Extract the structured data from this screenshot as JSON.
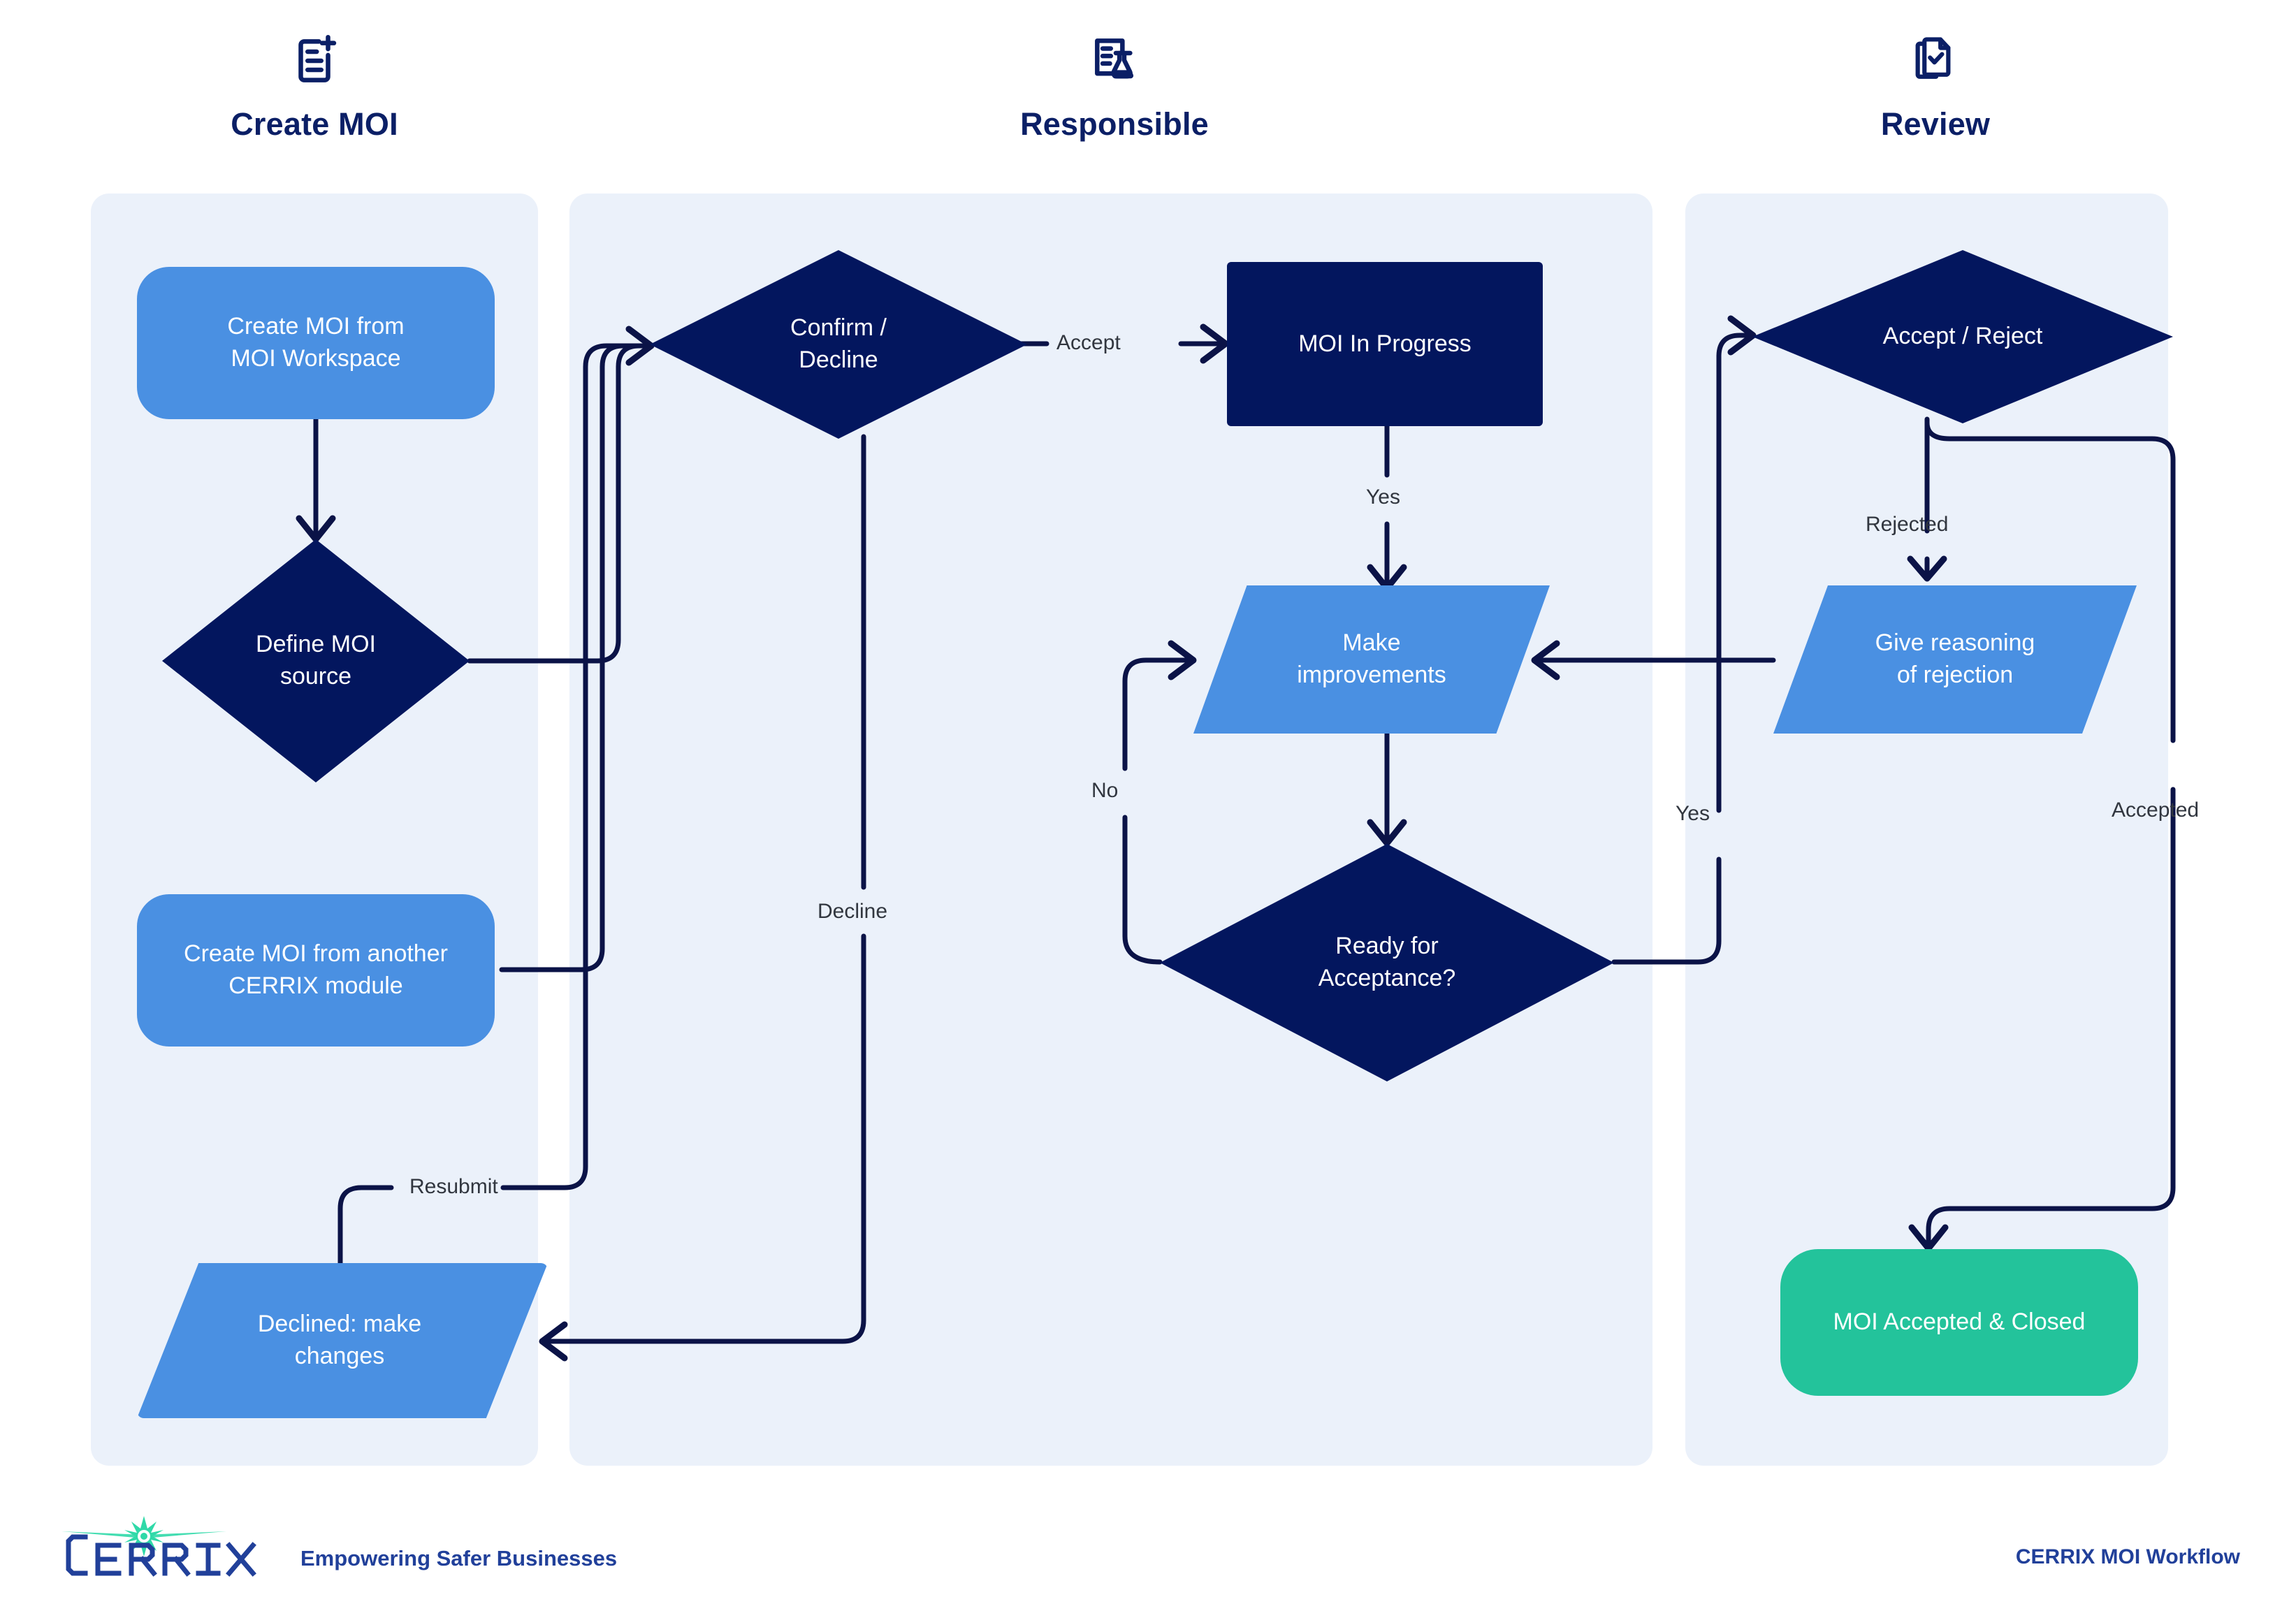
{
  "diagram": {
    "title": "CERRIX MOI Workflow",
    "colors": {
      "navy": "#03165e",
      "blue": "#4a90e2",
      "green": "#23c39b",
      "lane_bg": "#ebf1fa",
      "line": "#0b1347",
      "header_text": "#0b1f66",
      "brand_blue": "#21409a"
    },
    "columns": [
      {
        "id": "create-moi",
        "title": "Create MOI",
        "icon": "document-plus-icon"
      },
      {
        "id": "responsible",
        "title": "Responsible",
        "icon": "document-flask-icon"
      },
      {
        "id": "review",
        "title": "Review",
        "icon": "document-check-icon"
      }
    ],
    "nodes": [
      {
        "id": "create-from-workspace",
        "label": "Create MOI from\nMOI Workspace",
        "line1": "Create MOI from",
        "line2": "MOI Workspace",
        "shape": "rounded-rect",
        "color": "#4a90e2",
        "column": "create-moi"
      },
      {
        "id": "define-moi-source",
        "label": "Define MOI\nsource",
        "line1": "Define MOI",
        "line2": "source",
        "shape": "diamond",
        "color": "#03165e",
        "column": "create-moi"
      },
      {
        "id": "create-from-module",
        "label": "Create MOI from another\nCERRIX module",
        "line1": "Create MOI from another",
        "line2": "CERRIX module",
        "shape": "rounded-rect",
        "color": "#4a90e2",
        "column": "create-moi"
      },
      {
        "id": "declined-make-changes",
        "label": "Declined: make\nchanges",
        "line1": "Declined: make",
        "line2": "changes",
        "shape": "parallelogram",
        "color": "#4a90e2",
        "column": "create-moi"
      },
      {
        "id": "confirm-decline",
        "label": "Confirm /\nDecline",
        "line1": "Confirm /",
        "line2": "Decline",
        "shape": "diamond",
        "color": "#03165e",
        "column": "responsible"
      },
      {
        "id": "moi-in-progress",
        "label": "MOI In Progress",
        "line1": "MOI In Progress",
        "line2": "",
        "shape": "rect",
        "color": "#03165e",
        "column": "responsible"
      },
      {
        "id": "make-improvements",
        "label": "Make\nimprovements",
        "line1": "Make",
        "line2": "improvements",
        "shape": "parallelogram",
        "color": "#4a90e2",
        "column": "responsible"
      },
      {
        "id": "ready-for-acceptance",
        "label": "Ready for\nAcceptance?",
        "line1": "Ready for",
        "line2": "Acceptance?",
        "shape": "diamond",
        "color": "#03165e",
        "column": "responsible"
      },
      {
        "id": "accept-reject",
        "label": "Accept / Reject",
        "line1": "Accept / Reject",
        "line2": "",
        "shape": "diamond",
        "color": "#03165e",
        "column": "review"
      },
      {
        "id": "give-reasoning",
        "label": "Give reasoning\nof rejection",
        "line1": "Give reasoning",
        "line2": "of rejection",
        "shape": "parallelogram",
        "color": "#4a90e2",
        "column": "review"
      },
      {
        "id": "moi-accepted-closed",
        "label": "MOI Accepted & Closed",
        "line1": "MOI Accepted & Closed",
        "line2": "",
        "shape": "rounded-rect",
        "color": "#23c39b",
        "column": "review"
      }
    ],
    "edge_labels": [
      {
        "id": "accept",
        "text": "Accept",
        "from": "confirm-decline",
        "to": "moi-in-progress"
      },
      {
        "id": "decline",
        "text": "Decline",
        "from": "confirm-decline",
        "to": "declined-make-changes"
      },
      {
        "id": "resubmit",
        "text": "Resubmit",
        "from": "declined-make-changes",
        "to": "confirm-decline"
      },
      {
        "id": "yes-progress",
        "text": "Yes",
        "from": "moi-in-progress",
        "to": "make-improvements"
      },
      {
        "id": "no-ready",
        "text": "No",
        "from": "ready-for-acceptance",
        "to": "make-improvements"
      },
      {
        "id": "yes-ready",
        "text": "Yes",
        "from": "ready-for-acceptance",
        "to": "accept-reject"
      },
      {
        "id": "rejected",
        "text": "Rejected",
        "from": "accept-reject",
        "to": "give-reasoning"
      },
      {
        "id": "accepted",
        "text": "Accepted",
        "from": "accept-reject",
        "to": "moi-accepted-closed"
      }
    ]
  },
  "footer": {
    "logo_text": "CERRIX",
    "tagline": "Empowering Safer Businesses",
    "right_text": "CERRIX MOI Workflow"
  }
}
